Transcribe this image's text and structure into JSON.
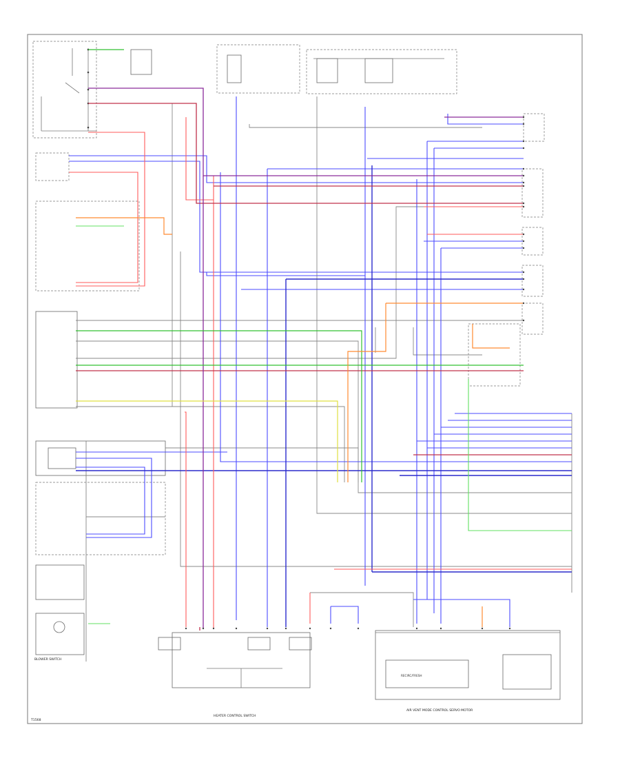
{
  "diagram": {
    "page_code": "T1568",
    "components": {
      "heater_control_switch": "HEATER CONTROL SWITCH",
      "air_vent_mode_control": "AIR VENT MODE CONTROL SERVO MOTOR",
      "blower_switch": "BLOWER SWITCH",
      "recirc": "RECIRC/FRESH"
    },
    "colors": {
      "blue": "#4a4aff",
      "dark_blue": "#2a2acc",
      "red": "#ff5a5a",
      "dark_red": "#c0304a",
      "purple": "#8a2a9a",
      "green": "#30c030",
      "orange": "#ff8a30",
      "yellow": "#e0e040",
      "light_green": "#60e060",
      "gray": "#888888"
    }
  }
}
